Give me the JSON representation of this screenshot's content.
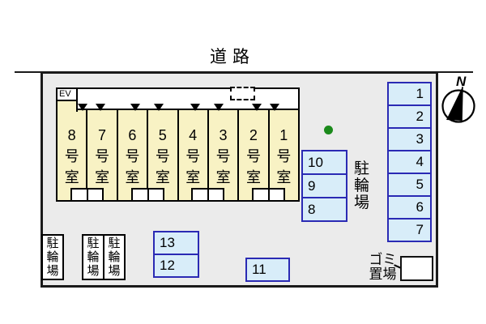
{
  "road": {
    "label": "道路"
  },
  "compass": {
    "label": "N"
  },
  "site": {
    "building": {
      "ev_label": "EV",
      "rooms": [
        "8号室",
        "7号室",
        "6号室",
        "5号室",
        "4号室",
        "3号室",
        "2号室",
        "1号室"
      ]
    },
    "parking": {
      "right_spaces": [
        "1",
        "2",
        "3",
        "4",
        "5",
        "6",
        "7"
      ],
      "middle_spaces": [
        "10",
        "9",
        "8"
      ],
      "lower_spaces": [
        "13",
        "12"
      ],
      "space_11": "11"
    },
    "bicycle": {
      "area_label": "駐輪場",
      "boxes": [
        "駐輪場",
        "駐輪場",
        "駐輪場"
      ]
    },
    "garbage": {
      "label": "ゴミ置場"
    }
  },
  "colors": {
    "room_fill": "#f8f2c4",
    "parking_fill": "#d8edf9",
    "parking_border": "#2a2ab4",
    "site_fill": "#ebebeb",
    "tree_green": "#1b8a1b",
    "line_black": "#1a1a1a"
  }
}
